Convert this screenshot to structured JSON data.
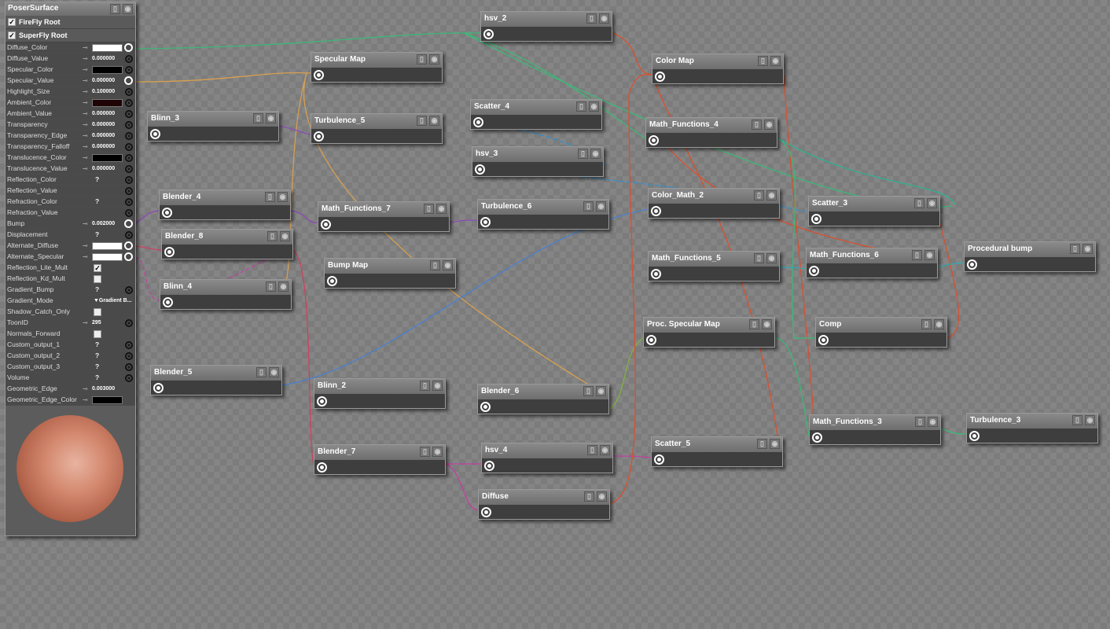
{
  "panel": {
    "title": "PoserSurface",
    "roots": [
      {
        "label": "FireFly Root",
        "checked": true
      },
      {
        "label": "SuperFly Root",
        "checked": true
      }
    ],
    "rows": [
      {
        "name": "Diffuse_Color",
        "key": true,
        "type": "color",
        "color": "#ffffff",
        "out": "plug"
      },
      {
        "name": "Diffuse_Value",
        "key": true,
        "type": "value",
        "value": "0.000000",
        "out": "dot"
      },
      {
        "name": "Specular_Color",
        "key": true,
        "type": "color",
        "color": "#000000",
        "out": "dot"
      },
      {
        "name": "Specular_Value",
        "key": true,
        "type": "value",
        "value": "0.000000",
        "out": "plug"
      },
      {
        "name": "Highlight_Size",
        "key": true,
        "type": "value",
        "value": "0.100000",
        "out": "dot"
      },
      {
        "name": "Ambient_Color",
        "key": true,
        "type": "color",
        "color": "#1e0404",
        "out": "dot"
      },
      {
        "name": "Ambient_Value",
        "key": true,
        "type": "value",
        "value": "0.000000",
        "out": "dot"
      },
      {
        "name": "Transparency",
        "key": true,
        "type": "value",
        "value": "0.000000",
        "out": "dot"
      },
      {
        "name": "Transparency_Edge",
        "key": true,
        "type": "value",
        "value": "0.000000",
        "out": "dot"
      },
      {
        "name": "Transparency_Falloff",
        "key": true,
        "type": "value",
        "value": "0.000000",
        "out": "dot"
      },
      {
        "name": "Translucence_Color",
        "key": true,
        "type": "color",
        "color": "#000000",
        "out": "dot"
      },
      {
        "name": "Translucence_Value",
        "key": true,
        "type": "value",
        "value": "0.000000",
        "out": "dot"
      },
      {
        "name": "Reflection_Color",
        "type": "q",
        "value": "?",
        "out": "dot"
      },
      {
        "name": "Reflection_Value",
        "type": "none",
        "out": "dot"
      },
      {
        "name": "Refraction_Color",
        "type": "q",
        "value": "?",
        "out": "dot"
      },
      {
        "name": "Refraction_Value",
        "type": "none",
        "out": "dot"
      },
      {
        "name": "Bump",
        "key": true,
        "type": "value",
        "value": "0.002000",
        "out": "plug"
      },
      {
        "name": "Displacement",
        "type": "q",
        "value": "?",
        "out": "dot"
      },
      {
        "name": "Alternate_Diffuse",
        "key": true,
        "type": "color",
        "color": "#ffffff",
        "out": "plug"
      },
      {
        "name": "Alternate_Specular",
        "key": true,
        "type": "color",
        "color": "#ffffff",
        "out": "plug"
      },
      {
        "name": "Reflection_Lite_Mult",
        "type": "check",
        "checked": true
      },
      {
        "name": "Reflection_Kd_Mult",
        "type": "check",
        "checked": false
      },
      {
        "name": "Gradient_Bump",
        "type": "q",
        "value": "?",
        "out": "dot"
      },
      {
        "name": "Gradient_Mode",
        "type": "dropdown",
        "value": "▼Gradient B..."
      },
      {
        "name": "Shadow_Catch_Only",
        "type": "check",
        "checked": false
      },
      {
        "name": "ToonID",
        "key": true,
        "type": "value",
        "value": "295",
        "out": "dot"
      },
      {
        "name": "Normals_Forward",
        "type": "check",
        "checked": false
      },
      {
        "name": "Custom_output_1",
        "type": "q",
        "value": "?",
        "out": "dot"
      },
      {
        "name": "Custom_output_2",
        "type": "q",
        "value": "?",
        "out": "dot"
      },
      {
        "name": "Custom_output_3",
        "type": "q",
        "value": "?",
        "out": "dot"
      },
      {
        "name": "Volume",
        "type": "q",
        "value": "?",
        "out": "dot"
      },
      {
        "name": "Geometric_Edge",
        "key": true,
        "type": "value",
        "value": "0.003000"
      },
      {
        "name": "Geometric_Edge_Color",
        "key": true,
        "type": "color",
        "color": "#000000"
      }
    ]
  },
  "nodes": [
    "Specular Map",
    "Turbulence_5",
    "Blinn_3",
    "hsv_2",
    "Color Map",
    "Scatter_4",
    "Math_Functions_4",
    "hsv_3",
    "Blender_4",
    "Math_Functions_7",
    "Turbulence_6",
    "Color_Math_2",
    "Scatter_3",
    "Blender_8",
    "Bump Map",
    "Math_Functions_5",
    "Math_Functions_6",
    "Procedural bump",
    "Blinn_4",
    "Proc. Specular Map",
    "Comp",
    "Blender_5",
    "Blinn_2",
    "Blender_6",
    "Math_Functions_3",
    "Turbulence_3",
    "Blender_7",
    "hsv_4",
    "Scatter_5",
    "Diffuse"
  ],
  "colors": {
    "green": "#3cb878",
    "orange": "#d8a050",
    "red": "#d85030",
    "purple": "#8a4ab8",
    "blue": "#4a80d0",
    "magenta": "#c040a0",
    "teal": "#30a8b0"
  }
}
